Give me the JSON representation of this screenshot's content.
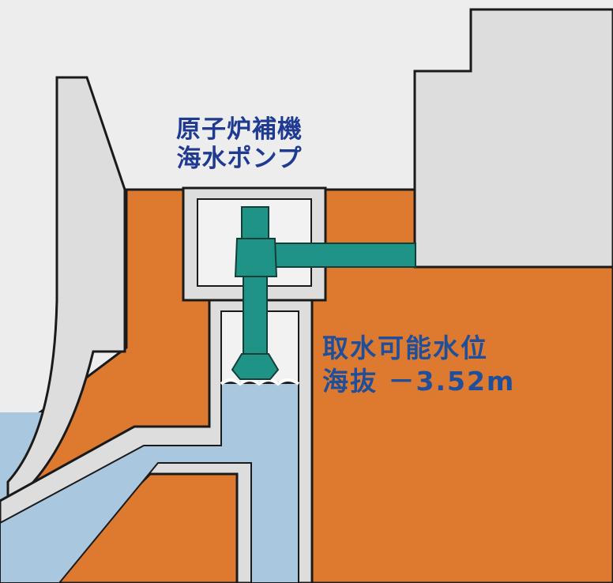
{
  "pump_label": {
    "line1": "原子炉補機",
    "line2": "海水ポンプ"
  },
  "water_level": {
    "title": "取水可能水位",
    "value": "海抜 －3.52m"
  },
  "colors": {
    "ground": "#dd7a30",
    "concrete": "#dcdddc",
    "sea_water": "#a9c8e0",
    "pump": "#1f9486",
    "outline": "#1a1a1a",
    "label_blue": "#1f3a93"
  }
}
